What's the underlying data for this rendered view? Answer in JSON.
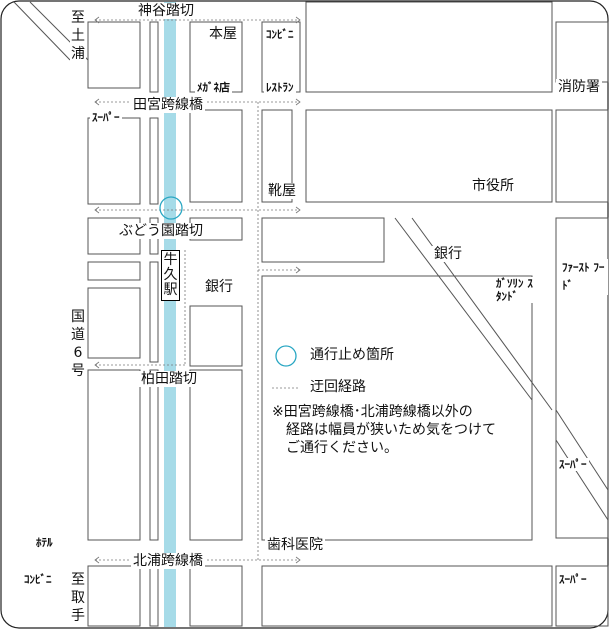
{
  "colors": {
    "railway": "#a6dbe8",
    "closure_circle": "#2aa7c3",
    "road_outline": "#555555",
    "detour": "#777777"
  },
  "labels": {
    "kamiya_crossing": "神谷踏切",
    "to_tsuchiura": "至土浦",
    "honya": "本屋",
    "conveni_top": "ｺﾝﾋﾞﾆ",
    "megane": "ﾒｶﾞﾈ店",
    "restaurant": "ﾚｽﾄﾗﾝ",
    "fire_station": "消防署",
    "tamiya_bridge": "田宮跨線橋",
    "super_left": "ｽｰﾊﾟｰ",
    "kutsuya": "靴屋",
    "city_hall": "市役所",
    "budoen_crossing": "ぶどう園踏切",
    "bank_right": "銀行",
    "station": "牛久駅",
    "bank_left": "銀行",
    "gas_station": "ｶﾞｿﾘﾝ ｽﾀﾝﾄﾞ",
    "fast_food": "ﾌｧｰｽﾄ ﾌｰﾄﾞ",
    "route6": "国道6号",
    "kashiwada_crossing": "柏田踏切",
    "super_right": "ｽｰﾊﾟｰ",
    "hotel": "ﾎﾃﾙ",
    "dentist": "歯科医院",
    "kitaura_bridge": "北浦跨線橋",
    "conveni_bottom": "ｺﾝﾋﾞﾆ",
    "to_toride": "至取手",
    "super_bottom_right": "ｽｰﾊﾟｰ"
  },
  "legend": {
    "closure": "通行止め箇所",
    "detour": "迂回経路",
    "note_lines": [
      "※田宮跨線橋･北浦跨線橋以外の",
      "　経路は幅員が狭いため気をつけて",
      "　ご通行ください。"
    ]
  }
}
